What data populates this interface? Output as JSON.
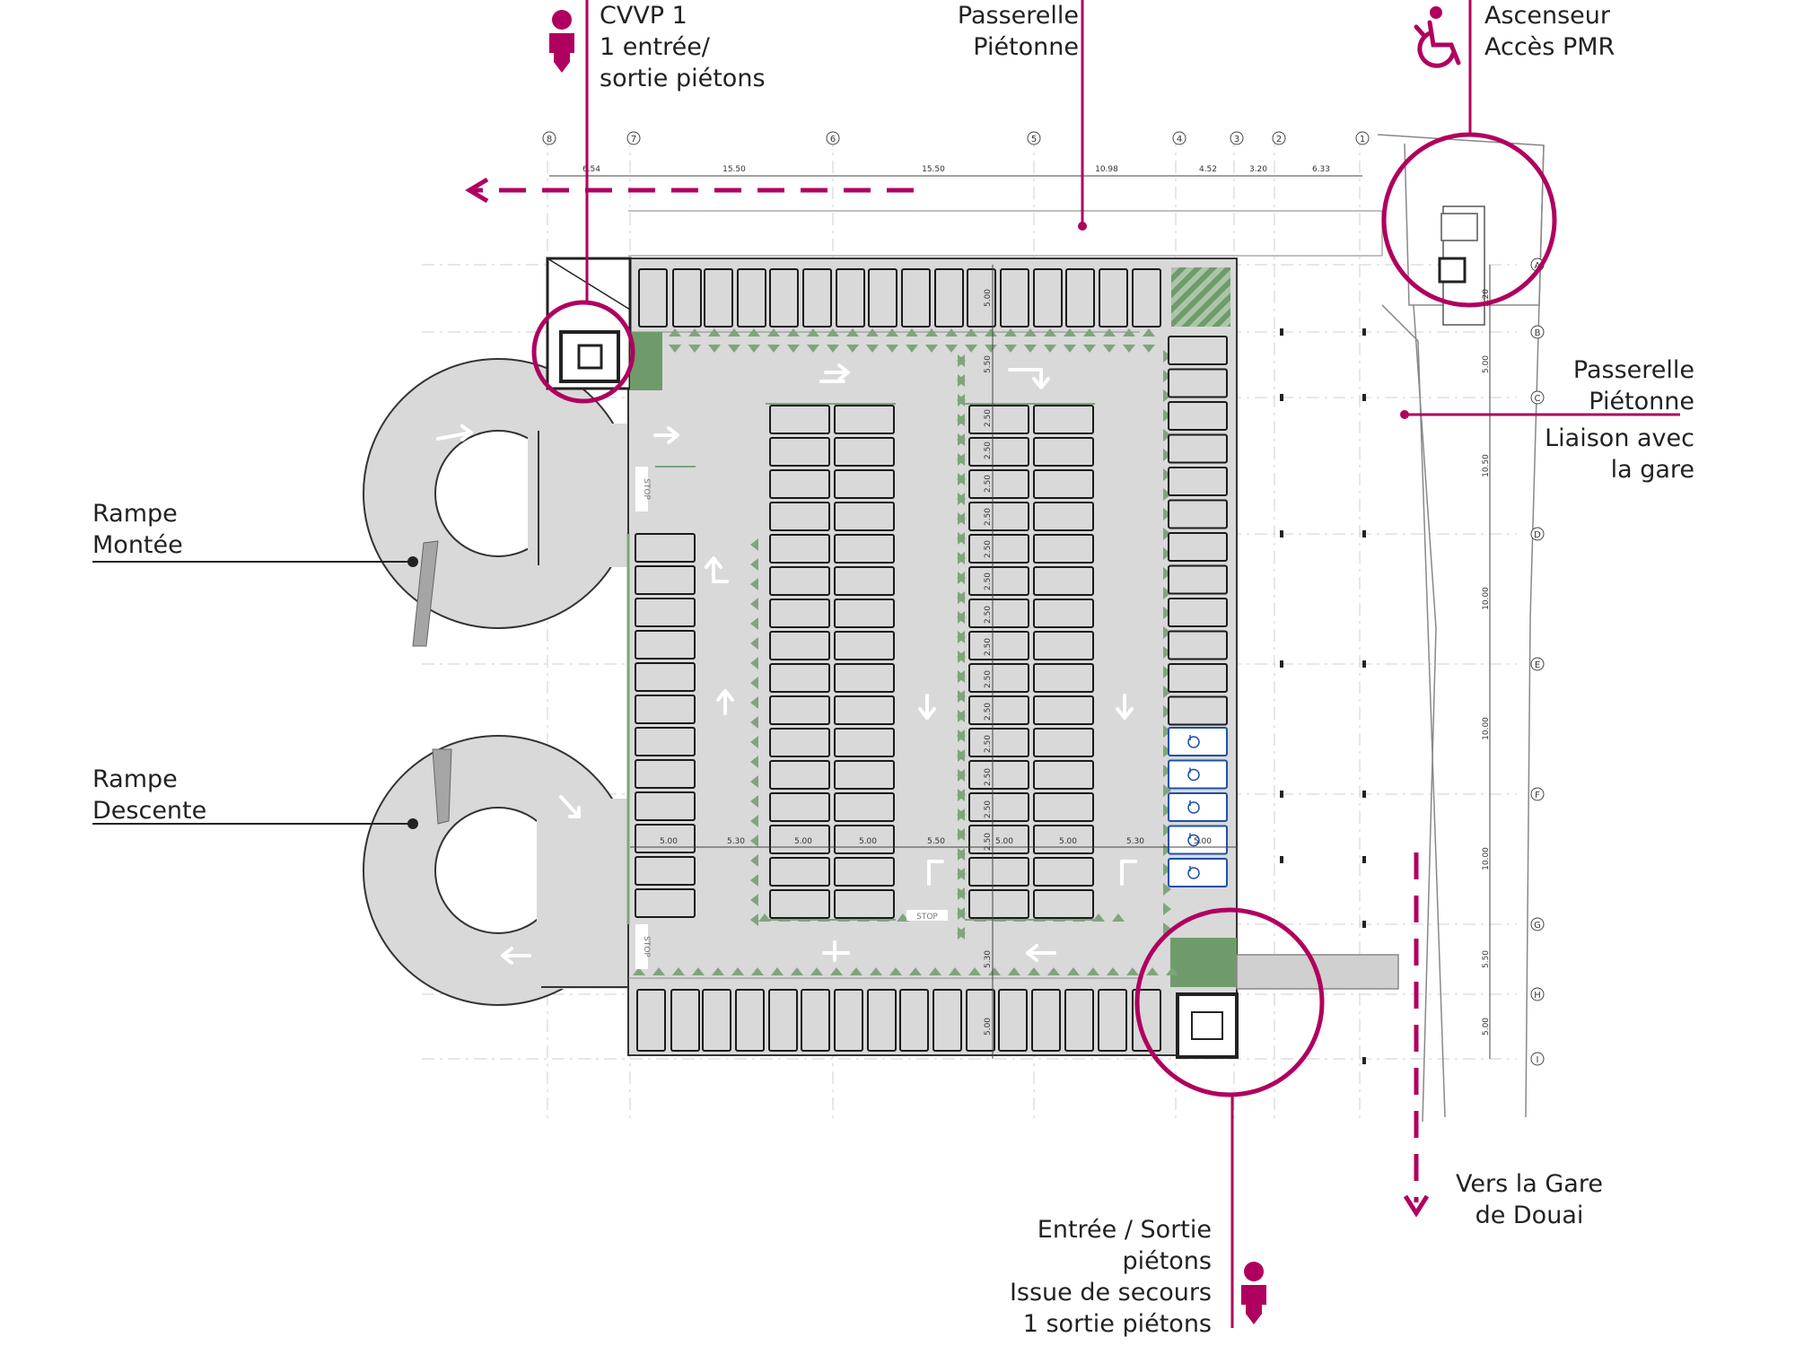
{
  "colors": {
    "accent": "#b0005f",
    "green": "#7fa57c",
    "slab": "#d9d9d9",
    "pmr": "#1f4fa8",
    "line": "#222222"
  },
  "labels": {
    "cvvp_title": "CVVP 1",
    "cvvp_line2": "1 entrée/",
    "cvvp_line3": "sortie piétons",
    "passerelle_top_1": "Passerelle",
    "passerelle_top_2": "Piétonne",
    "ascenseur_1": "Ascenseur",
    "ascenseur_2": "Accès PMR",
    "passerelle_right_1": "Passerelle",
    "passerelle_right_2": "Piétonne",
    "liaison_1": "Liaison avec",
    "liaison_2": "la gare",
    "rampe_montee_1": "Rampe",
    "rampe_montee_2": "Montée",
    "rampe_descente_1": "Rampe",
    "rampe_descente_2": "Descente",
    "gare_1": "Vers la Gare",
    "gare_2": "de Douai",
    "entree_1": "Entrée / Sortie",
    "entree_2": "piétons",
    "entree_3": "Issue de secours",
    "entree_4": "1 sortie piétons",
    "stop": "STOP"
  },
  "grid_numbers": [
    "8",
    "7",
    "6",
    "5",
    "4",
    "3",
    "2",
    "1"
  ],
  "grid_letters": [
    "A",
    "B",
    "C",
    "D",
    "E",
    "F",
    "G",
    "H",
    "I"
  ],
  "dims_top": [
    "6.54",
    "15.50",
    "15.50",
    "10.98",
    "4.52",
    "3.20",
    "6.33"
  ],
  "dims_right": [
    "5.20",
    "5.00",
    "10.50",
    "10.00",
    "10.00",
    "10.00",
    "5.50",
    "5.00"
  ],
  "dims_row": [
    "5.00",
    "5.30",
    "5.00",
    "5.00",
    "5.50",
    "5.00",
    "5.00",
    "5.30",
    "5.00"
  ],
  "dims_col": [
    "5.00",
    "5.50",
    "2.50",
    "2.50",
    "2.50",
    "2.50",
    "2.50",
    "2.50",
    "2.50",
    "2.50",
    "2.50",
    "2.50",
    "2.50",
    "2.50",
    "2.50",
    "2.50",
    "5.30",
    "5.00"
  ]
}
